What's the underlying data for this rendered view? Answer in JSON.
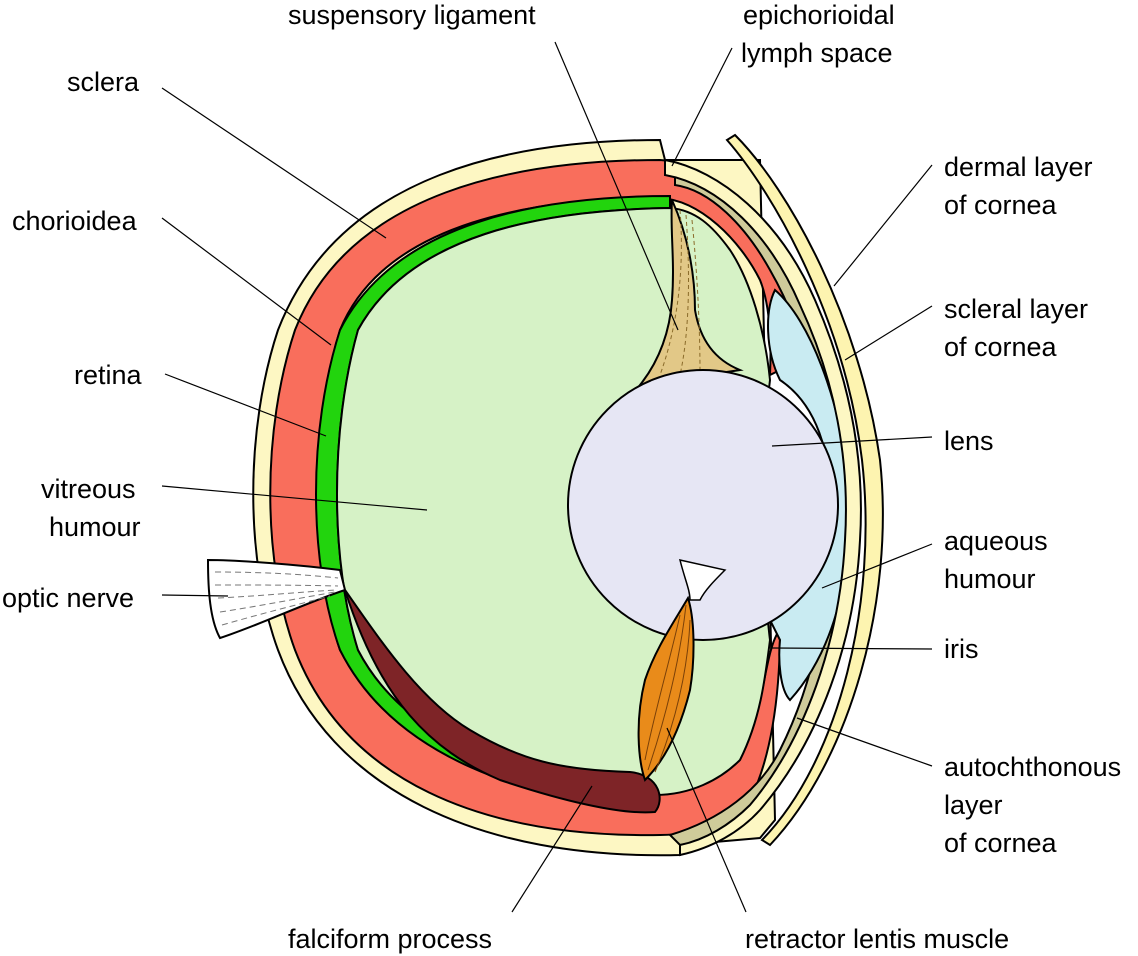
{
  "labels": {
    "suspensory_ligament": "suspensory ligament",
    "epichorioidal_1": "epichorioidal",
    "epichorioidal_2": "lymph space",
    "sclera": "sclera",
    "dermal_1": "dermal layer",
    "dermal_2": "of cornea",
    "chorioidea": "chorioidea",
    "scleral_1": "scleral layer",
    "scleral_2": "of cornea",
    "retina": "retina",
    "lens": "lens",
    "vitreous_1": "vitreous",
    "vitreous_2": "humour",
    "aqueous_1": "aqueous",
    "aqueous_2": "humour",
    "optic_nerve": "optic nerve",
    "iris": "iris",
    "autochthonous_1": "autochthonous",
    "autochthonous_2": "layer",
    "autochthonous_3": "of cornea",
    "falciform": "falciform process",
    "retractor": "retractor lentis muscle"
  },
  "colors": {
    "sclera": "#fdf7c3",
    "chorioidea": "#f96e5c",
    "retina": "#22d40d",
    "vitreous": "#d6f2c6",
    "lens": "#e6e6f4",
    "aqueous": "#c9ebf2",
    "autochthonous": "#cfcb9a",
    "suspensory": "#e2c887",
    "falciform": "#7e2427",
    "retractor": "#e98b1a",
    "dermal": "#fdf4b0"
  }
}
